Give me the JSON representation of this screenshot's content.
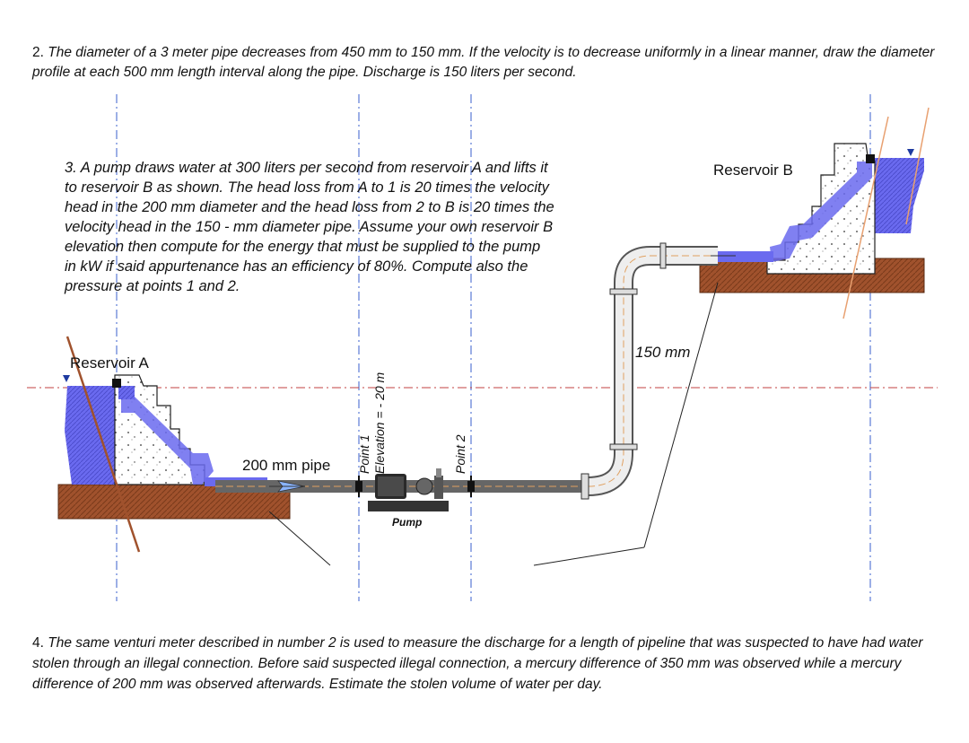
{
  "problem2": {
    "number": "2.",
    "text": "The diameter of a 3 meter pipe decreases from 450 mm to 150 mm. If the velocity is to decrease uniformly in a linear manner, draw the diameter profile at each 500 mm length interval along the pipe. Discharge is 150 liters per second."
  },
  "problem3": {
    "lines": [
      "3. A pump draws water at 300 liters per second from reservoir A and lifts it",
      "to reservoir B as shown. The head loss from A to 1 is 20 times the velocity",
      "head in the 200 mm diameter and the head loss from 2 to B is 20 times the",
      "velocity head in the 150 - mm diameter pipe. Assume your own reservoir B",
      "elevation then compute for the energy that must be supplied  to the pump",
      "in kW if said appurtenance has an efficiency of 80%. Compute also the",
      "pressure at points 1 and 2."
    ]
  },
  "figure": {
    "reservoir_a_label": "Reservoir A",
    "reservoir_b_label": "Reservoir B",
    "pipe_200_label": "200 mm pipe",
    "pipe_150_label": "150  mm",
    "point1_label": "Point 1",
    "elevation_label": "Elevation = - 20 m",
    "point2_label": "Point 2",
    "pump_label": "Pump",
    "colors": {
      "water": "#6a6aef",
      "soil": "#a0522d",
      "concrete": "#ffffff",
      "centerline": "#c04040",
      "gridline": "#3a5fcd"
    }
  },
  "problem4": {
    "number": "4.",
    "text": "The same venturi meter described in number 2 is used to measure the discharge for a length of pipeline that was suspected to have had water stolen through an illegal connection. Before said suspected illegal connection, a mercury difference of 350 mm was observed while a mercury difference of 200 mm was observed afterwards. Estimate the stolen volume of water per day."
  }
}
